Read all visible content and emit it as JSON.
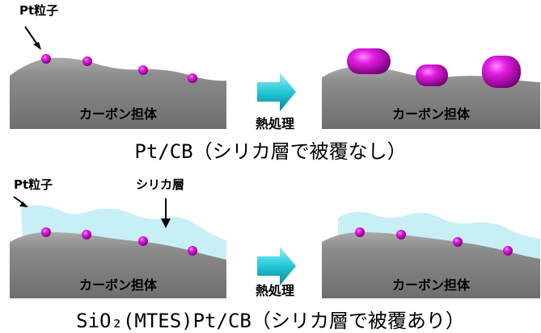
{
  "top": {
    "particle_label": "Pt粒子",
    "support_label": "カーボン担体",
    "process_label": "熱処理",
    "caption": "Pt/CB（シリカ層で被覆なし）"
  },
  "bottom": {
    "particle_label": "Pt粒子",
    "silica_label": "シリカ層",
    "support_label": "カーボン担体",
    "process_label": "熱処理",
    "caption": "SiO₂(MTES)Pt/CB（シリカ層で被覆あり）"
  },
  "colors": {
    "particle": "#cc00cc",
    "silica": "#c8eef6",
    "arrow": "#22c8d8",
    "support": "#8a8a8a"
  }
}
